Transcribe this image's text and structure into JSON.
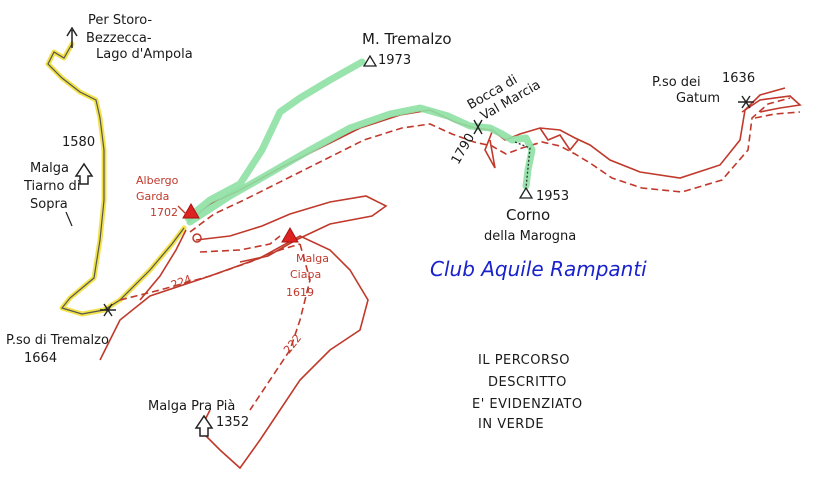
{
  "title": "",
  "directions": [
    "Per Storo-",
    "Bezzecca-",
    "Lago d'Ampola"
  ],
  "places": {
    "tremalzo_peak": {
      "name": "M. Tremalzo",
      "elevation": "1973"
    },
    "bocca_val_marcia": {
      "name_line1": "Bocca di",
      "name_line2": "Val Marcia",
      "elevation": "1790"
    },
    "passo_gatum": {
      "name_line1": "P.so dei",
      "name_line2": "Gatum",
      "elevation": "1636"
    },
    "corno_marogna": {
      "name_line1": "Corno",
      "name_line2": "della Marogna",
      "elevation": "1953"
    },
    "malga_tiarno": {
      "name_line1": "Malga",
      "name_line2": "Tiarno di",
      "name_line3": "Sopra",
      "elevation": "1580"
    },
    "albergo_garda": {
      "name_line1": "Albergo",
      "name_line2": "Garda",
      "elevation": "1702"
    },
    "malga_ciapa": {
      "name_line1": "Malga",
      "name_line2": "Ciapa",
      "elevation": "1619"
    },
    "passo_tremalzo": {
      "name": "P.so di Tremalzo",
      "elevation": "1664"
    },
    "malga_pra_pia": {
      "name": "Malga Pra Pià",
      "elevation": "1352"
    }
  },
  "trail_numbers": [
    "224",
    "222"
  ],
  "club_name": "Club Aquile Rampanti",
  "note_lines": [
    "IL PERCORSO",
    "DESCRITTO",
    "E' EVIDENZIATO",
    "IN VERDE"
  ],
  "colors": {
    "highlight_green": "#8ee0a4",
    "trail_red": "#c0392b",
    "road_yellow": "#f2e24a",
    "club_blue": "#1a22cc"
  }
}
